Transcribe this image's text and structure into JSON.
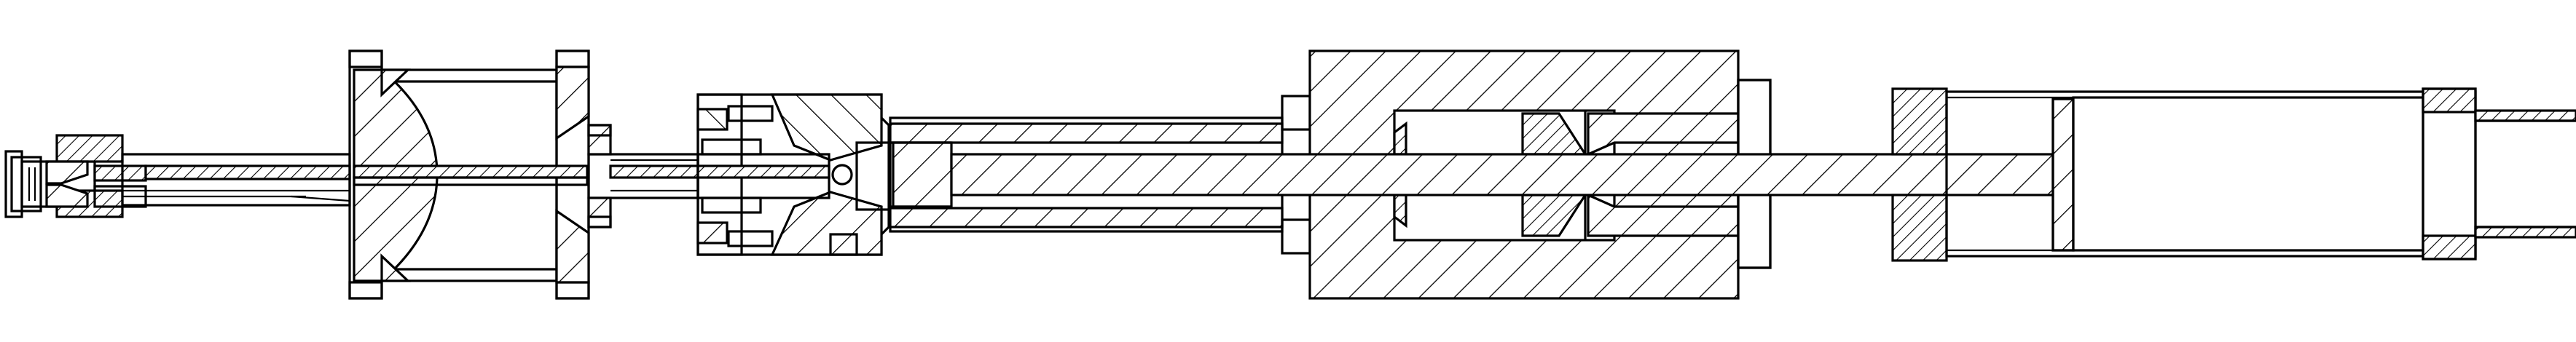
{
  "drawing": {
    "colors": {
      "line": "#000000",
      "background": "#ffffff"
    },
    "components": [
      {
        "id": "left-connector-fitting"
      },
      {
        "id": "flanged-spool-chamber"
      },
      {
        "id": "coupling-block"
      },
      {
        "id": "extension-tube"
      },
      {
        "id": "main-hatched-housing"
      },
      {
        "id": "central-shaft"
      },
      {
        "id": "piston-cylinder"
      },
      {
        "id": "right-outlet-pipe"
      }
    ]
  }
}
